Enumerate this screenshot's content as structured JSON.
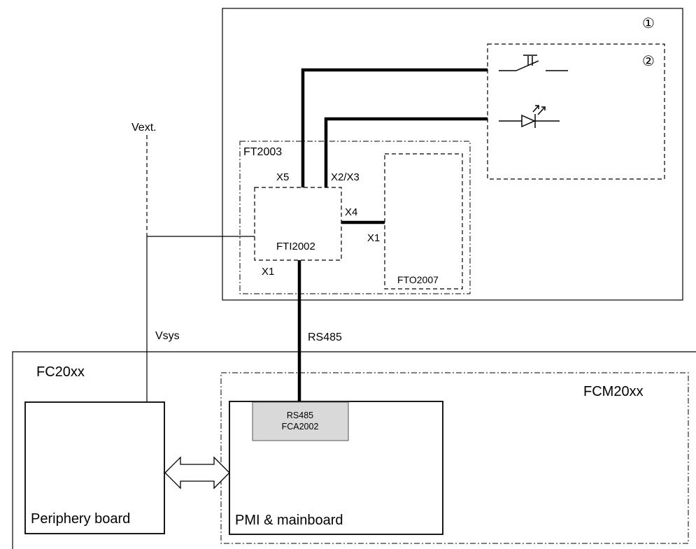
{
  "outer_box_marker": "①",
  "switch_box_marker": "②",
  "vext_label": "Vext.",
  "ft2003_label": "FT2003",
  "x5_label": "X5",
  "x2x3_label": "X2/X3",
  "x4_label": "X4",
  "fti2002_label": "FTI2002",
  "x1_left_label": "X1",
  "x1_right_label": "X1",
  "fto2007_label": "FTO2007",
  "vsys_label": "Vsys",
  "rs485_label": "RS485",
  "fc20xx_label": "FC20xx",
  "fcm20xx_label": "FCM20xx",
  "module_line1": "RS485",
  "module_line2": "FCA2002",
  "periphery_label": "Periphery board",
  "pmi_label": "PMI & mainboard"
}
